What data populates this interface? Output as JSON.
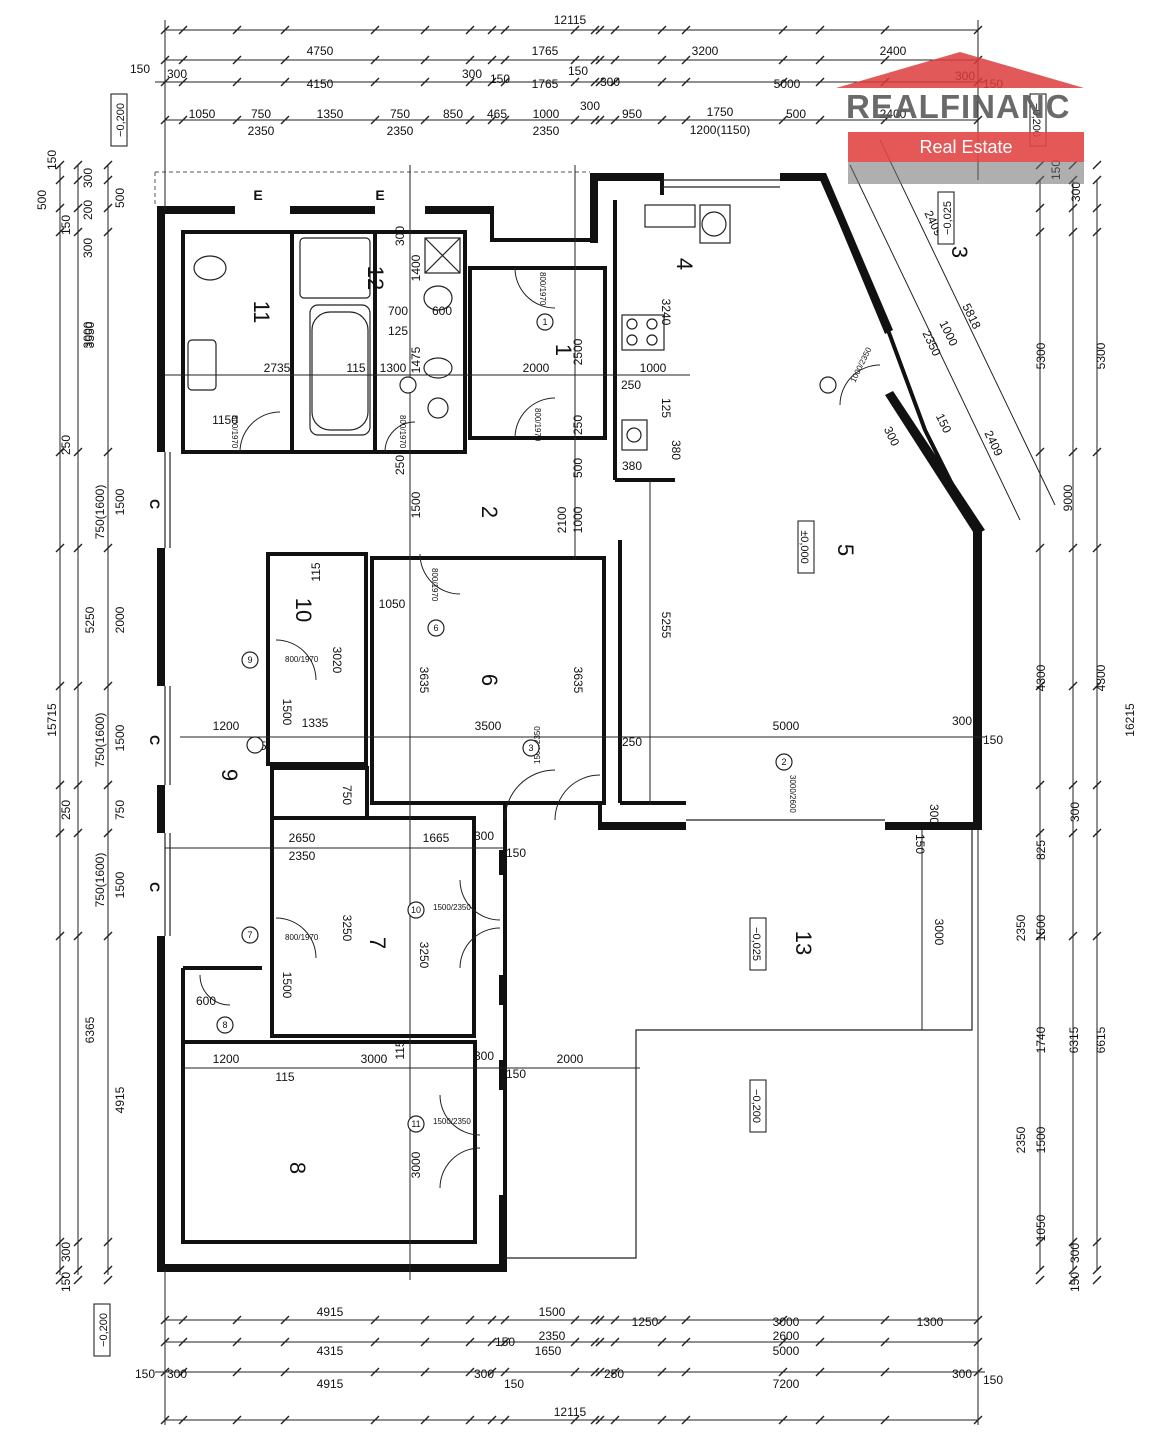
{
  "logo": {
    "brand": "REALFINANC",
    "tagline": "Real Estate"
  },
  "rooms": [
    {
      "number": "1"
    },
    {
      "number": "2"
    },
    {
      "number": "3"
    },
    {
      "number": "4"
    },
    {
      "number": "5"
    },
    {
      "number": "6"
    },
    {
      "number": "7"
    },
    {
      "number": "8"
    },
    {
      "number": "9"
    },
    {
      "number": "10"
    },
    {
      "number": "11"
    },
    {
      "number": "12"
    },
    {
      "number": "13"
    }
  ],
  "levels": [
    "−0,200",
    "−0,200",
    "−0,025",
    "±0,000",
    "−0,025",
    "−0,200",
    "−0,200"
  ],
  "window_marks": [
    "E",
    "E",
    "C",
    "C",
    "C"
  ],
  "dimensions": {
    "top_overall": "12115",
    "top_row1": [
      "4750",
      "1765",
      "3200",
      "2400"
    ],
    "top_row2": [
      "150",
      "300",
      "4150",
      "300",
      "150",
      "1765",
      "150",
      "300",
      "5000",
      "300",
      "150"
    ],
    "top_row3": [
      "1050",
      "750",
      "1350",
      "750",
      "850",
      "465",
      "1000",
      "300",
      "950",
      "1750",
      "500",
      "2400"
    ],
    "top_row4": [
      "2350",
      "2350",
      "2350",
      "1200(1150)"
    ],
    "bottom_row1": [
      "4915",
      "1500",
      "1250",
      "3000",
      "1300"
    ],
    "bottom_row2": [
      "150",
      "2350",
      "2600"
    ],
    "bottom_row3": [
      "4315",
      "1650",
      "5000"
    ],
    "bottom_row4": [
      "150",
      "300",
      "300",
      "150",
      "250",
      "7200",
      "300",
      "150"
    ],
    "bottom_row5": [
      "4915"
    ],
    "bottom_overall": "12115",
    "left_overall": "15715",
    "left_row1": [
      "3550",
      "250",
      "1500",
      "5250",
      "1500",
      "250",
      "1500",
      "6365"
    ],
    "left_row2": [
      "300",
      "200",
      "150",
      "300",
      "3000",
      "750(1600)",
      "2000",
      "750(1600)",
      "750",
      "750(1600)",
      "4915",
      "300",
      "150"
    ],
    "left_top": [
      "150",
      "500",
      "500",
      "300"
    ],
    "right_overall": "16215",
    "right_row1": [
      "5300",
      "9000",
      "300",
      "6615",
      "300",
      "150"
    ],
    "right_row2": [
      "5300",
      "4300",
      "825",
      "1500",
      "2350",
      "1740",
      "1500",
      "2350",
      "1050"
    ],
    "right_row3": [
      "4300",
      "6315",
      "150",
      "300"
    ],
    "interior": [
      "2735",
      "1150",
      "115",
      "1300",
      "1475",
      "700",
      "125",
      "600",
      "1400",
      "300",
      "2000",
      "2500",
      "1000",
      "250",
      "3240",
      "125",
      "380",
      "380",
      "250",
      "500",
      "1000",
      "2100",
      "1500",
      "250",
      "115",
      "1050",
      "3635",
      "3635",
      "3020",
      "1335",
      "1500",
      "1200",
      "115",
      "3500",
      "5000",
      "250",
      "300",
      "150",
      "5255",
      "2409",
      "2409",
      "1000",
      "2350",
      "5818",
      "150",
      "300",
      "750",
      "2650",
      "2350",
      "1665",
      "300",
      "150",
      "3250",
      "3250",
      "1500",
      "600",
      "1200",
      "3000",
      "115",
      "300",
      "2000",
      "150",
      "3000",
      "3000",
      "115",
      "150",
      "300"
    ]
  },
  "doors": [
    "800/1970",
    "800/1970",
    "800/1970",
    "800/1970",
    "800/1970",
    "800/1970",
    "800/1970",
    "1500/2350",
    "1500/2350",
    "1500/2350",
    "3000/2600",
    "1000/2350"
  ],
  "door_marks": [
    "1",
    "2",
    "3",
    "6",
    "7",
    "8",
    "9",
    "10",
    "11"
  ]
}
